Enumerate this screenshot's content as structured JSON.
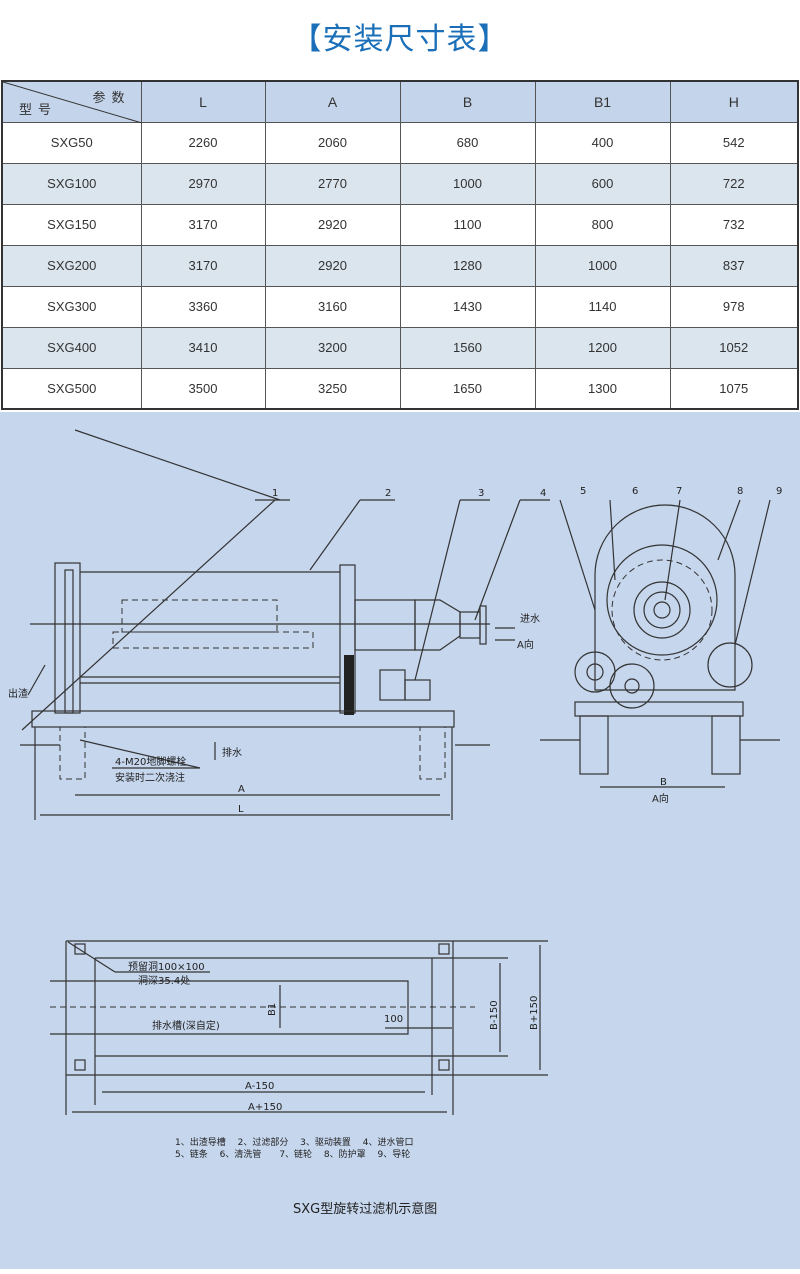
{
  "title": "【安装尺寸表】",
  "table": {
    "corner_param": "参数",
    "corner_model": "型号",
    "headers": [
      "L",
      "A",
      "B",
      "B1",
      "H"
    ],
    "rows": [
      [
        "SXG50",
        "2260",
        "2060",
        "680",
        "400",
        "542"
      ],
      [
        "SXG100",
        "2970",
        "2770",
        "1000",
        "600",
        "722"
      ],
      [
        "SXG150",
        "3170",
        "2920",
        "1100",
        "800",
        "732"
      ],
      [
        "SXG200",
        "3170",
        "2920",
        "1280",
        "1000",
        "837"
      ],
      [
        "SXG300",
        "3360",
        "3160",
        "1430",
        "1140",
        "978"
      ],
      [
        "SXG400",
        "3410",
        "3200",
        "1560",
        "1200",
        "1052"
      ],
      [
        "SXG500",
        "3500",
        "3250",
        "1650",
        "1300",
        "1075"
      ]
    ]
  },
  "drawing": {
    "callouts": [
      "1",
      "2",
      "3",
      "4",
      "5",
      "6",
      "7",
      "8",
      "9"
    ],
    "inlet": "进水",
    "a_dir": "A向",
    "outlet": "出渣",
    "drain": "排水",
    "bolt1": "4-M20地脚螺栓",
    "bolt2": "安装时二次浇注",
    "dim_A": "A",
    "dim_L": "L",
    "dim_B": "B",
    "dim_Adir": "A向",
    "hole1": "预留洞100×100",
    "hole2": "洞深35.4处",
    "trench": "排水槽(深自定)",
    "dim_B1": "B1",
    "dim_100": "100",
    "dim_Bm": "B-150",
    "dim_Bp": "B+150",
    "dim_Am": "A-150",
    "dim_Ap": "A+150",
    "legend1": "1、出渣导槽　 2、过滤部分　 3、驱动装置　 4、进水管口",
    "legend2": "5、链条　 6、清洗管　　7、链轮　 8、防护罩　 9、导轮",
    "caption": "SXG型旋转过滤机示意图"
  }
}
